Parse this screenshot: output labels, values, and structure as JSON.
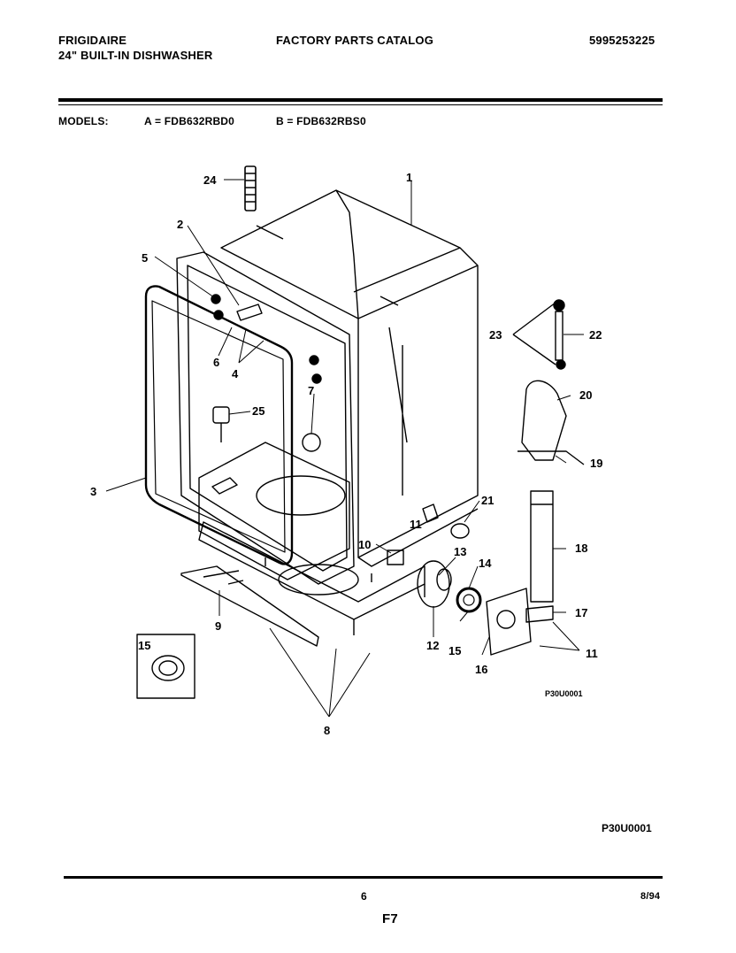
{
  "header": {
    "brand": "FRIGIDAIRE",
    "product": "24\" BUILT-IN DISHWASHER",
    "catalog_title": "FACTORY PARTS CATALOG",
    "catalog_number": "5995253225",
    "models_label": "MODELS:",
    "model_a": "A = FDB632RBD0",
    "model_b": "B = FDB632RBS0"
  },
  "diagram": {
    "part_labels": [
      "1",
      "2",
      "3",
      "4",
      "5",
      "6",
      "7",
      "8",
      "9",
      "10",
      "11",
      "11",
      "12",
      "13",
      "14",
      "15",
      "15",
      "16",
      "17",
      "18",
      "19",
      "20",
      "21",
      "22",
      "23",
      "24",
      "25"
    ],
    "figure_code_small": "P30U0001",
    "figure_code": "P30U0001"
  },
  "footer": {
    "page_number": "6",
    "date": "8/94",
    "section": "F7"
  }
}
